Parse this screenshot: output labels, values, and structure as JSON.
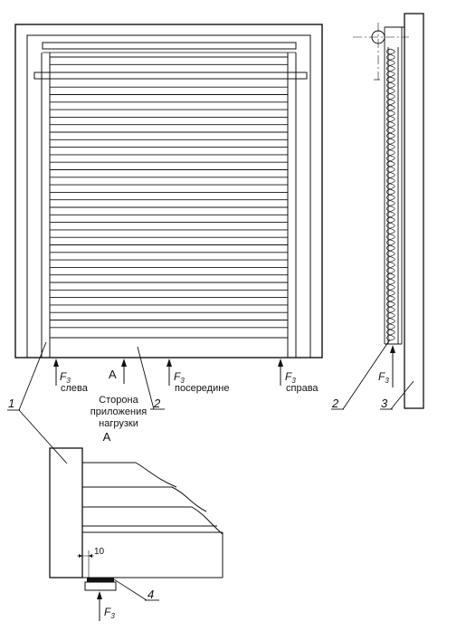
{
  "labels": {
    "leader_1": "1",
    "leader_2_front": "2",
    "leader_2_side": "2",
    "leader_3": "3",
    "leader_4": "4",
    "view_a_marker": "A",
    "view_a_title": "A",
    "force_symbol": "F",
    "force_subscript": "3",
    "force_left_note": "слева",
    "force_middle_note": "посередине",
    "force_right_note": "справа",
    "load_side_line1": "Сторона",
    "load_side_line2": "приложения",
    "load_side_line3": "нагрузки",
    "dimension_10": "10"
  },
  "colors": {
    "ink": "#111111",
    "paper": "#ffffff"
  }
}
